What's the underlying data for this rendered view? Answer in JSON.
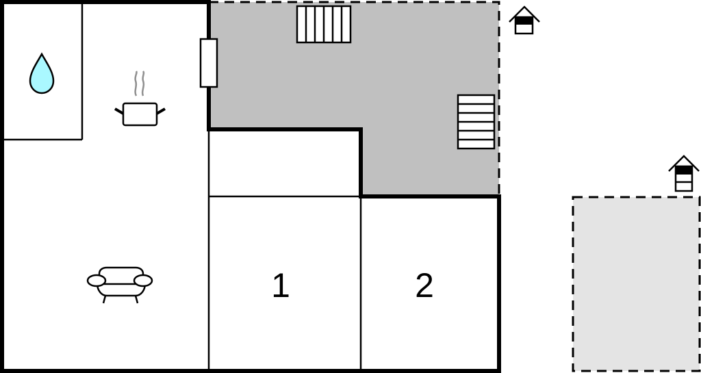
{
  "floorplan": {
    "colors": {
      "wall": "#000000",
      "terrace": "#c0c0c0",
      "outdoor_area": "#e4e4e4",
      "water": "#aaf8ff",
      "steam": "#909090",
      "background": "#ffffff"
    },
    "rooms": [
      {
        "id": "bathroom",
        "label": ""
      },
      {
        "id": "kitchen-living",
        "label": ""
      },
      {
        "id": "hallway",
        "label": ""
      },
      {
        "id": "bedroom-1",
        "label": "1"
      },
      {
        "id": "bedroom-2",
        "label": "2"
      },
      {
        "id": "terrace",
        "label": ""
      },
      {
        "id": "outdoor-area",
        "label": ""
      }
    ],
    "icons": [
      {
        "name": "water-drop-icon",
        "room": "bathroom"
      },
      {
        "name": "cooking-pot-icon",
        "room": "kitchen-living"
      },
      {
        "name": "sofa-icon",
        "room": "kitchen-living"
      },
      {
        "name": "stairs-icon",
        "room": "terrace",
        "steps": 6,
        "orientation": "vertical"
      },
      {
        "name": "stairs-icon",
        "room": "terrace",
        "steps": 6,
        "orientation": "horizontal"
      },
      {
        "name": "house-floor-icon",
        "floors": 2,
        "active_floor": "upper"
      },
      {
        "name": "house-floor-icon",
        "floors": 3,
        "active_floor": "top"
      }
    ]
  }
}
